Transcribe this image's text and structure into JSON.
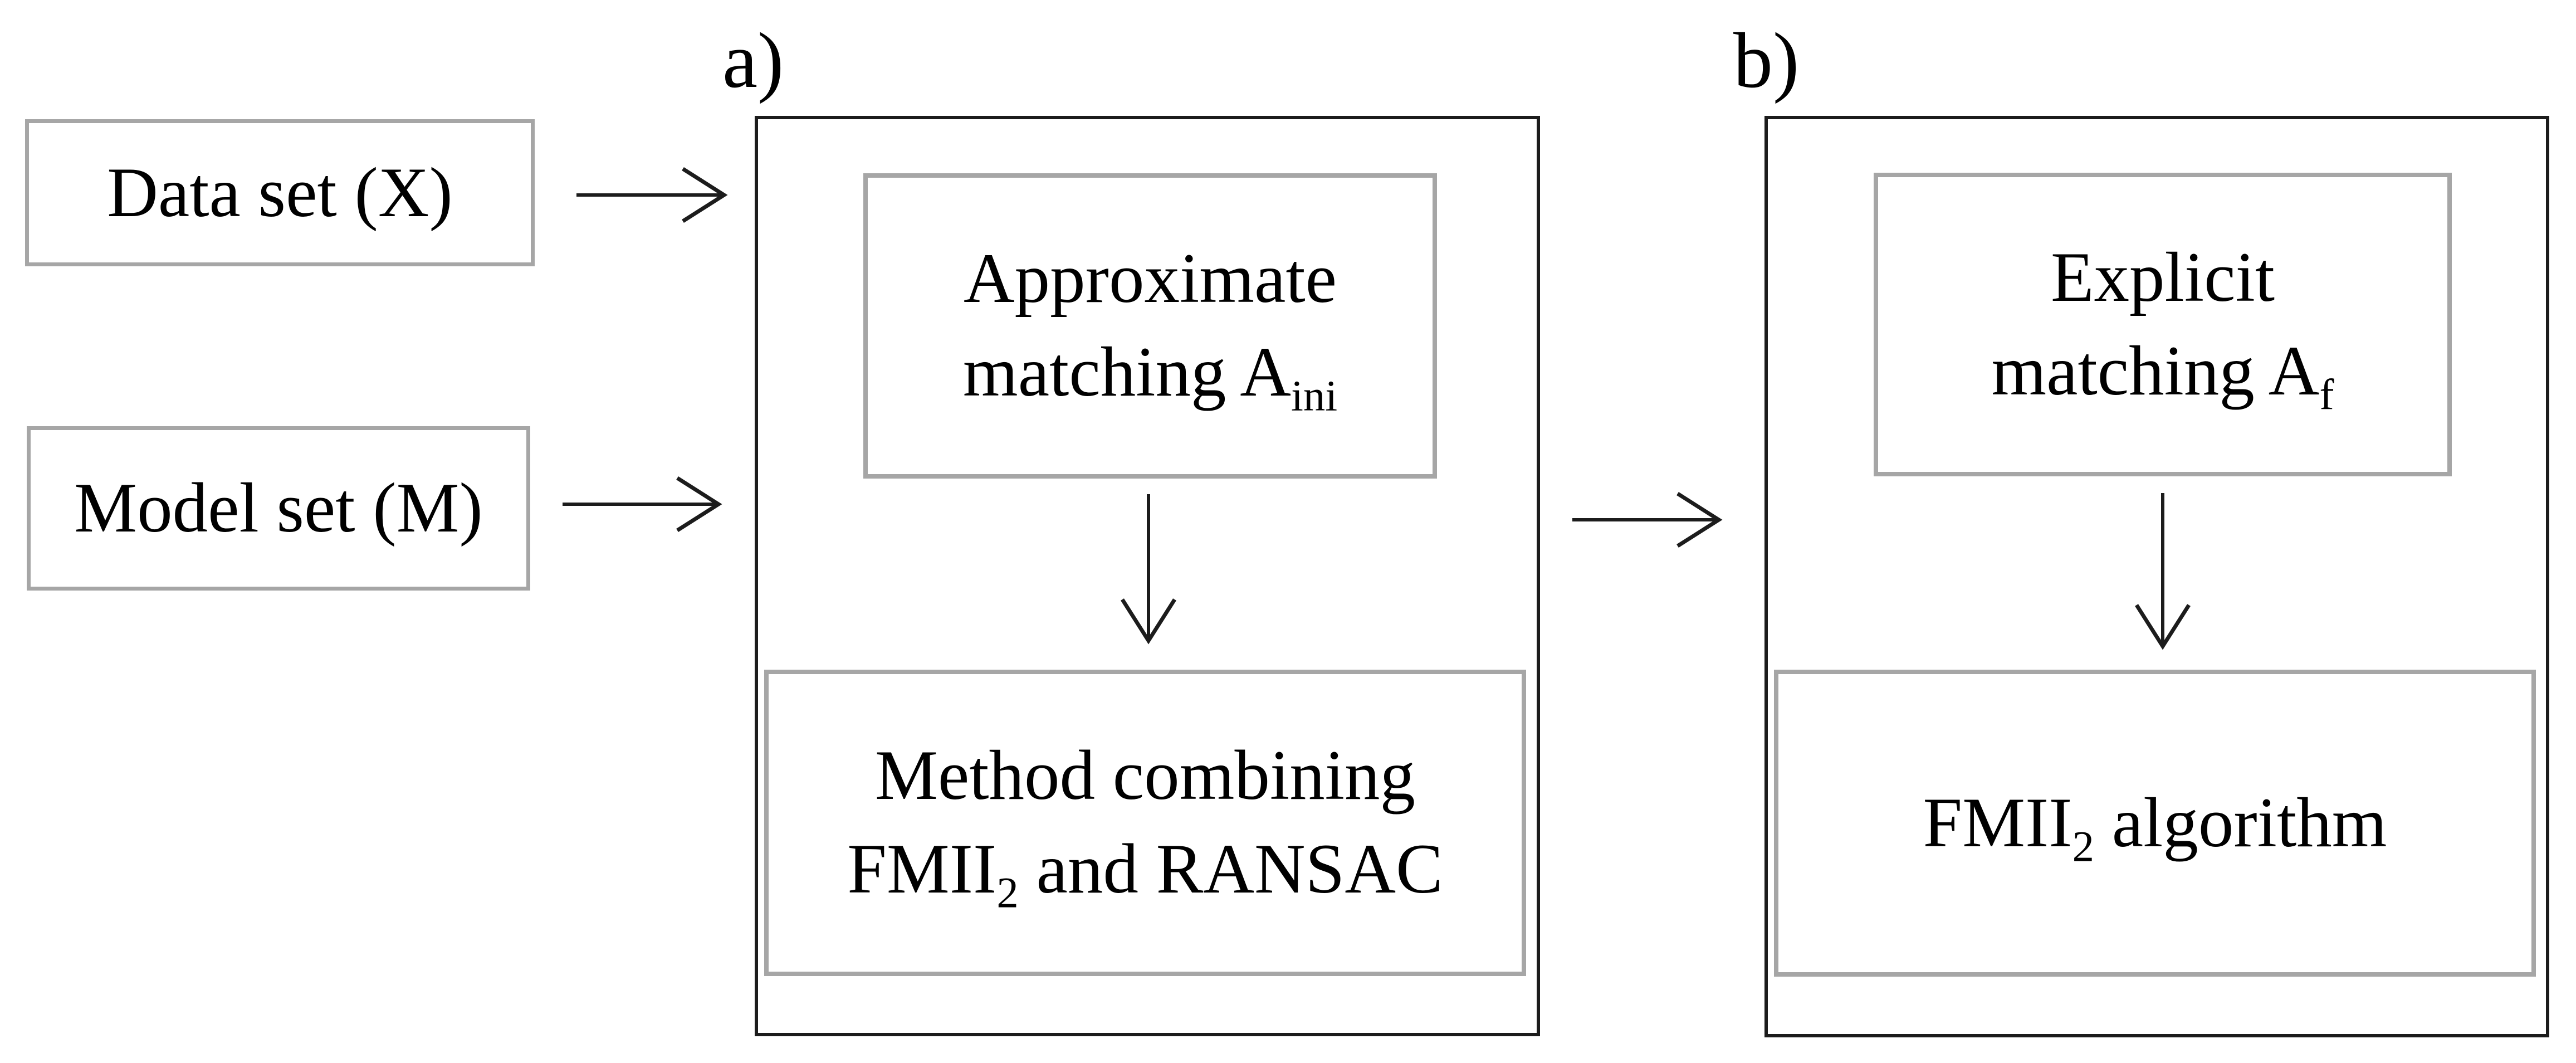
{
  "labels": {
    "panel_a": "a)",
    "panel_b": "b)"
  },
  "boxes": {
    "data_set": {
      "label": "Data set (X)"
    },
    "model_set": {
      "label": "Model set (M)"
    },
    "approximate": {
      "line1": "Approximate",
      "line2_base": "matching A",
      "line2_sub": "ini"
    },
    "method": {
      "line1": "Method combining",
      "line2_pre": "FMII",
      "line2_sub": "2",
      "line2_post": " and RANSAC"
    },
    "explicit": {
      "line1": "Explicit",
      "line2_base": "matching A",
      "line2_sub": "f"
    },
    "algorithm": {
      "pre": "FMII",
      "sub": "2",
      "post": " algorithm"
    }
  },
  "colors": {
    "background": "#ffffff",
    "outer_border": "#1c1c1c",
    "inner_border": "#a6a6a6",
    "arrow": "#1c1c1c",
    "text": "#000000"
  }
}
